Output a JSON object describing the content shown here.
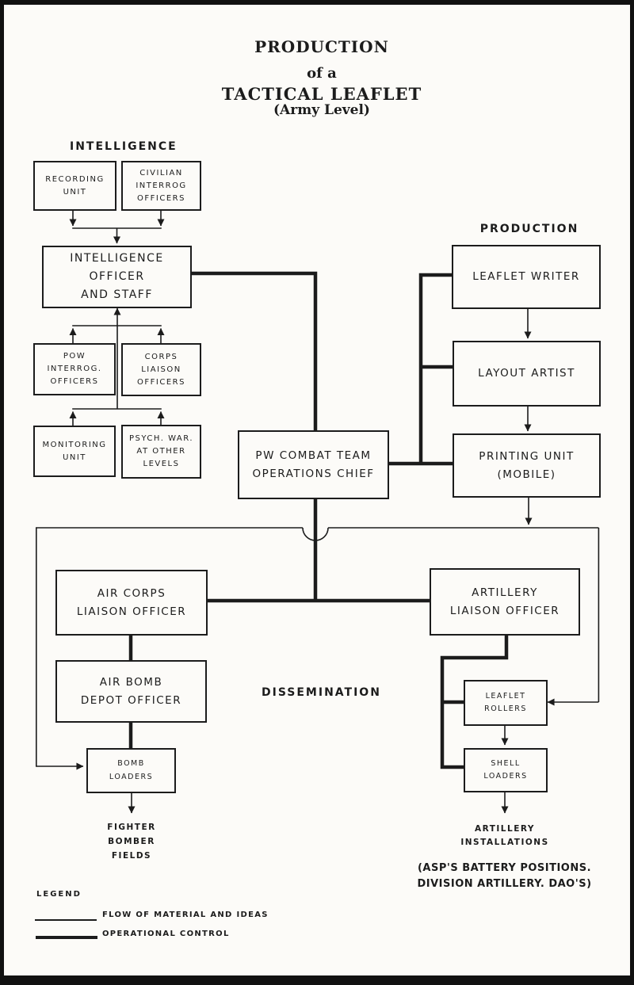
{
  "title": {
    "line1": "PRODUCTION",
    "line2": "of a",
    "line3": "TACTICAL LEAFLET",
    "line4": "(Army Level)"
  },
  "section_labels": {
    "intelligence": "INTELLIGENCE",
    "production": "PRODUCTION",
    "dissemination": "DISSEMINATION"
  },
  "boxes": {
    "recording_unit": "RECORDING\nUNIT",
    "civilian_interrog": "CIVILIAN\nINTERROG\nOFFICERS",
    "intel_officer": "INTELLIGENCE\nOFFICER\nAND STAFF",
    "pow_interrog": "POW\nINTERROG.\nOFFICERS",
    "corps_liaison": "CORPS\nLIAISON\nOFFICERS",
    "monitoring_unit": "MONITORING\nUNIT",
    "psych_war": "PSYCH. WAR.\nAT OTHER\nLEVELS",
    "leaflet_writer": "LEAFLET WRITER",
    "layout_artist": "LAYOUT ARTIST",
    "printing_unit": "PRINTING UNIT\n(MOBILE)",
    "pw_combat": "PW COMBAT TEAM\nOPERATIONS CHIEF",
    "air_corps": "AIR CORPS\nLIAISON OFFICER",
    "artillery_liaison": "ARTILLERY\nLIAISON OFFICER",
    "air_bomb": "AIR BOMB\nDEPOT OFFICER",
    "bomb_loaders": "BOMB\nLOADERS",
    "leaflet_rollers": "LEAFLET\nROLLERS",
    "shell_loaders": "SHELL\nLOADERS"
  },
  "terminals": {
    "fighter_fields": "FIGHTER\nBOMBER\nFIELDS",
    "artillery_installations": "ARTILLERY\nINSTALLATIONS",
    "artillery_note": "(ASP'S BATTERY POSITIONS.\nDIVISION ARTILLERY. DAO'S)"
  },
  "legend": {
    "heading": "LEGEND",
    "items": [
      {
        "name": "flow-of-material",
        "label": "FLOW OF MATERIAL AND IDEAS",
        "style": "thin"
      },
      {
        "name": "operational-control",
        "label": "OPERATIONAL CONTROL",
        "style": "thick"
      }
    ]
  },
  "colors": {
    "ink": "#1c1c1c",
    "paper": "#fcfbf8"
  }
}
